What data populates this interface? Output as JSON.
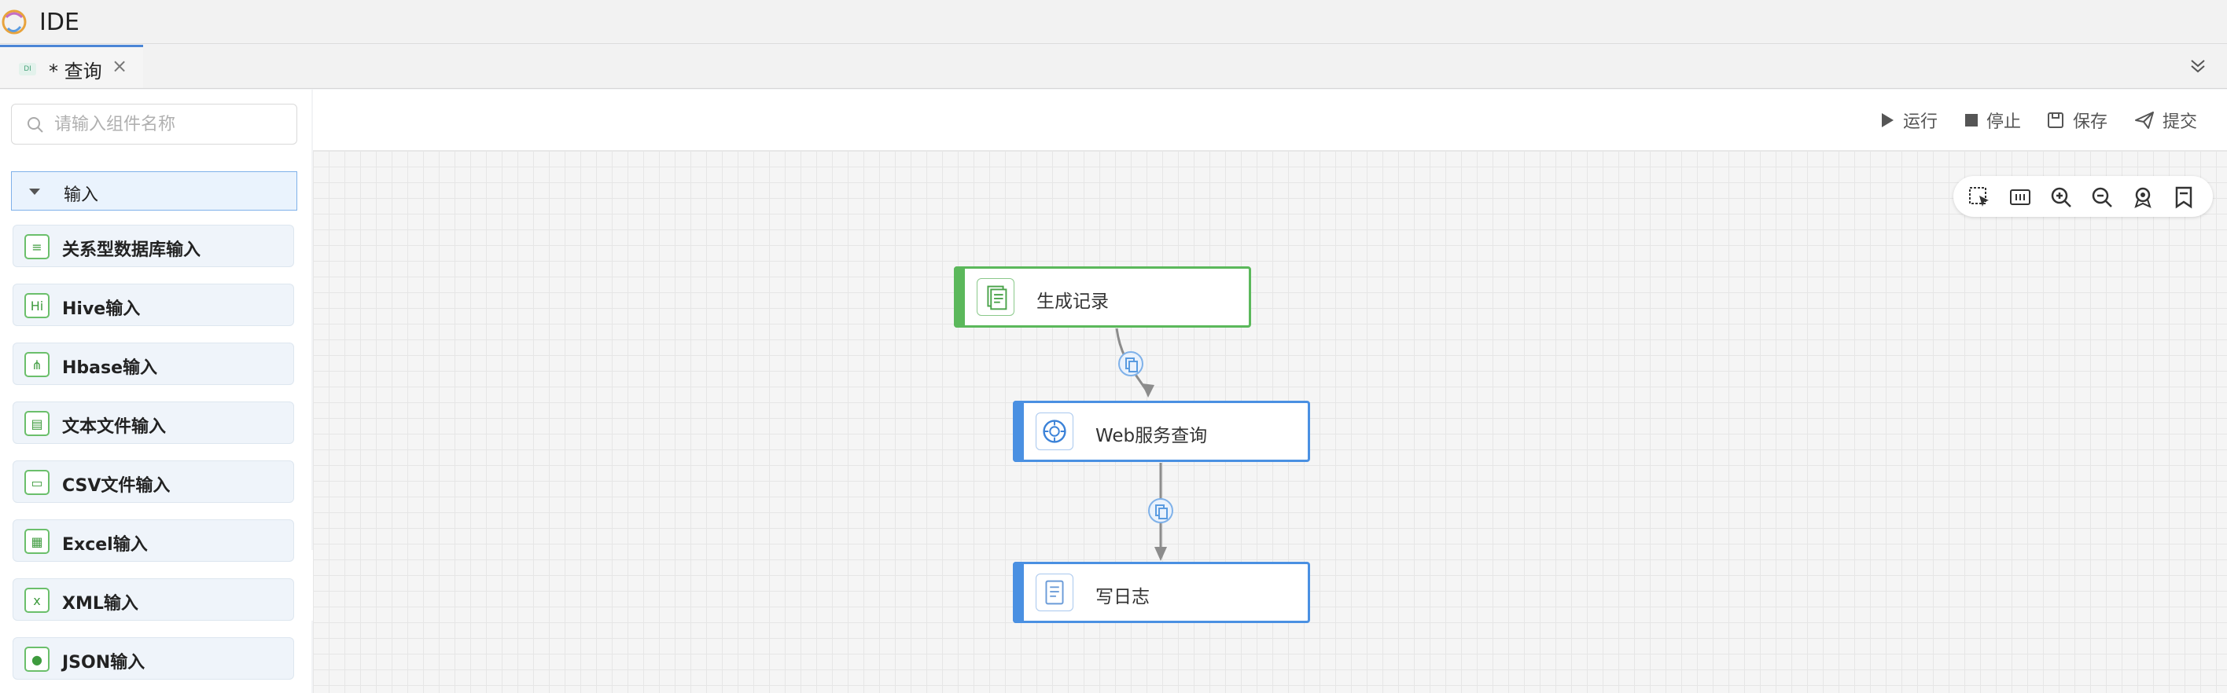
{
  "app": {
    "title": "IDE",
    "logo_icon": "ide-logo-icon"
  },
  "tabs": [
    {
      "badge": "DI",
      "label": "* 查询",
      "active": true
    }
  ],
  "sidebar": {
    "search_placeholder": "请输入组件名称",
    "group": {
      "label": "输入",
      "expanded": true
    },
    "items": [
      {
        "label": "关系型数据库输入",
        "icon": "database-icon",
        "glyph": "≡"
      },
      {
        "label": "Hive输入",
        "icon": "hive-icon",
        "glyph": "Hi"
      },
      {
        "label": "Hbase输入",
        "icon": "hbase-icon",
        "glyph": "⋔"
      },
      {
        "label": "文本文件输入",
        "icon": "text-file-icon",
        "glyph": "▤"
      },
      {
        "label": "CSV文件输入",
        "icon": "csv-file-icon",
        "glyph": "▭"
      },
      {
        "label": "Excel输入",
        "icon": "excel-icon",
        "glyph": "▦"
      },
      {
        "label": "XML输入",
        "icon": "xml-icon",
        "glyph": "x"
      },
      {
        "label": "JSON输入",
        "icon": "json-icon",
        "glyph": "●"
      }
    ]
  },
  "toolbar": {
    "run": "运行",
    "stop": "停止",
    "save": "保存",
    "submit": "提交"
  },
  "canvas": {
    "zoom_tools": [
      "select-icon",
      "fit-icon",
      "zoom-in-icon",
      "zoom-out-icon",
      "locate-icon",
      "bookmark-icon"
    ],
    "nodes": [
      {
        "label": "生成记录",
        "type": "generate-records",
        "color": "#5bb85b"
      },
      {
        "label": "Web服务查询",
        "type": "web-service-query",
        "color": "#4a90e2"
      },
      {
        "label": "写日志",
        "type": "write-log",
        "color": "#4a90e2"
      }
    ]
  },
  "colors": {
    "accent": "#4a90e2",
    "green": "#5bb85b",
    "icon_green": "#3e9b3e"
  }
}
